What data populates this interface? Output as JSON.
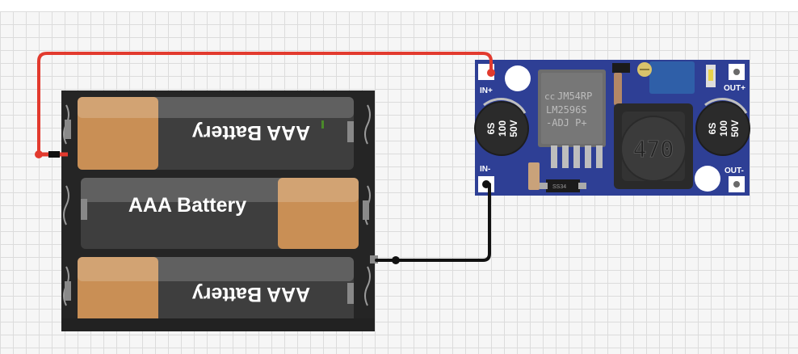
{
  "battery_holder": {
    "batteries": [
      {
        "label": "AAA Battery",
        "orientation": "flipped"
      },
      {
        "label": "AAA Battery",
        "orientation": "normal"
      },
      {
        "label": "AAA Battery",
        "orientation": "flipped"
      }
    ]
  },
  "converter": {
    "ic_line1": "JM54RP",
    "ic_line2": "LM2596S",
    "ic_line3": "-ADJ P+",
    "logo": "cc",
    "inductor_value": "470",
    "diode_label": "SS34",
    "pins": {
      "in_plus": "IN+",
      "in_minus": "IN-",
      "out_plus": "OUT+",
      "out_minus": "OUT-"
    },
    "capacitor_left": [
      "6S",
      "100",
      "50V"
    ],
    "capacitor_right": [
      "6S",
      "100",
      "50V"
    ]
  },
  "colors": {
    "wire_positive": "#e23a2e",
    "wire_negative": "#111111",
    "pcb_blue": "#2e3f95",
    "holder_black": "#2a2a2a",
    "battery_copper": "#c98f55",
    "battery_gray": "#4c4c4c"
  }
}
